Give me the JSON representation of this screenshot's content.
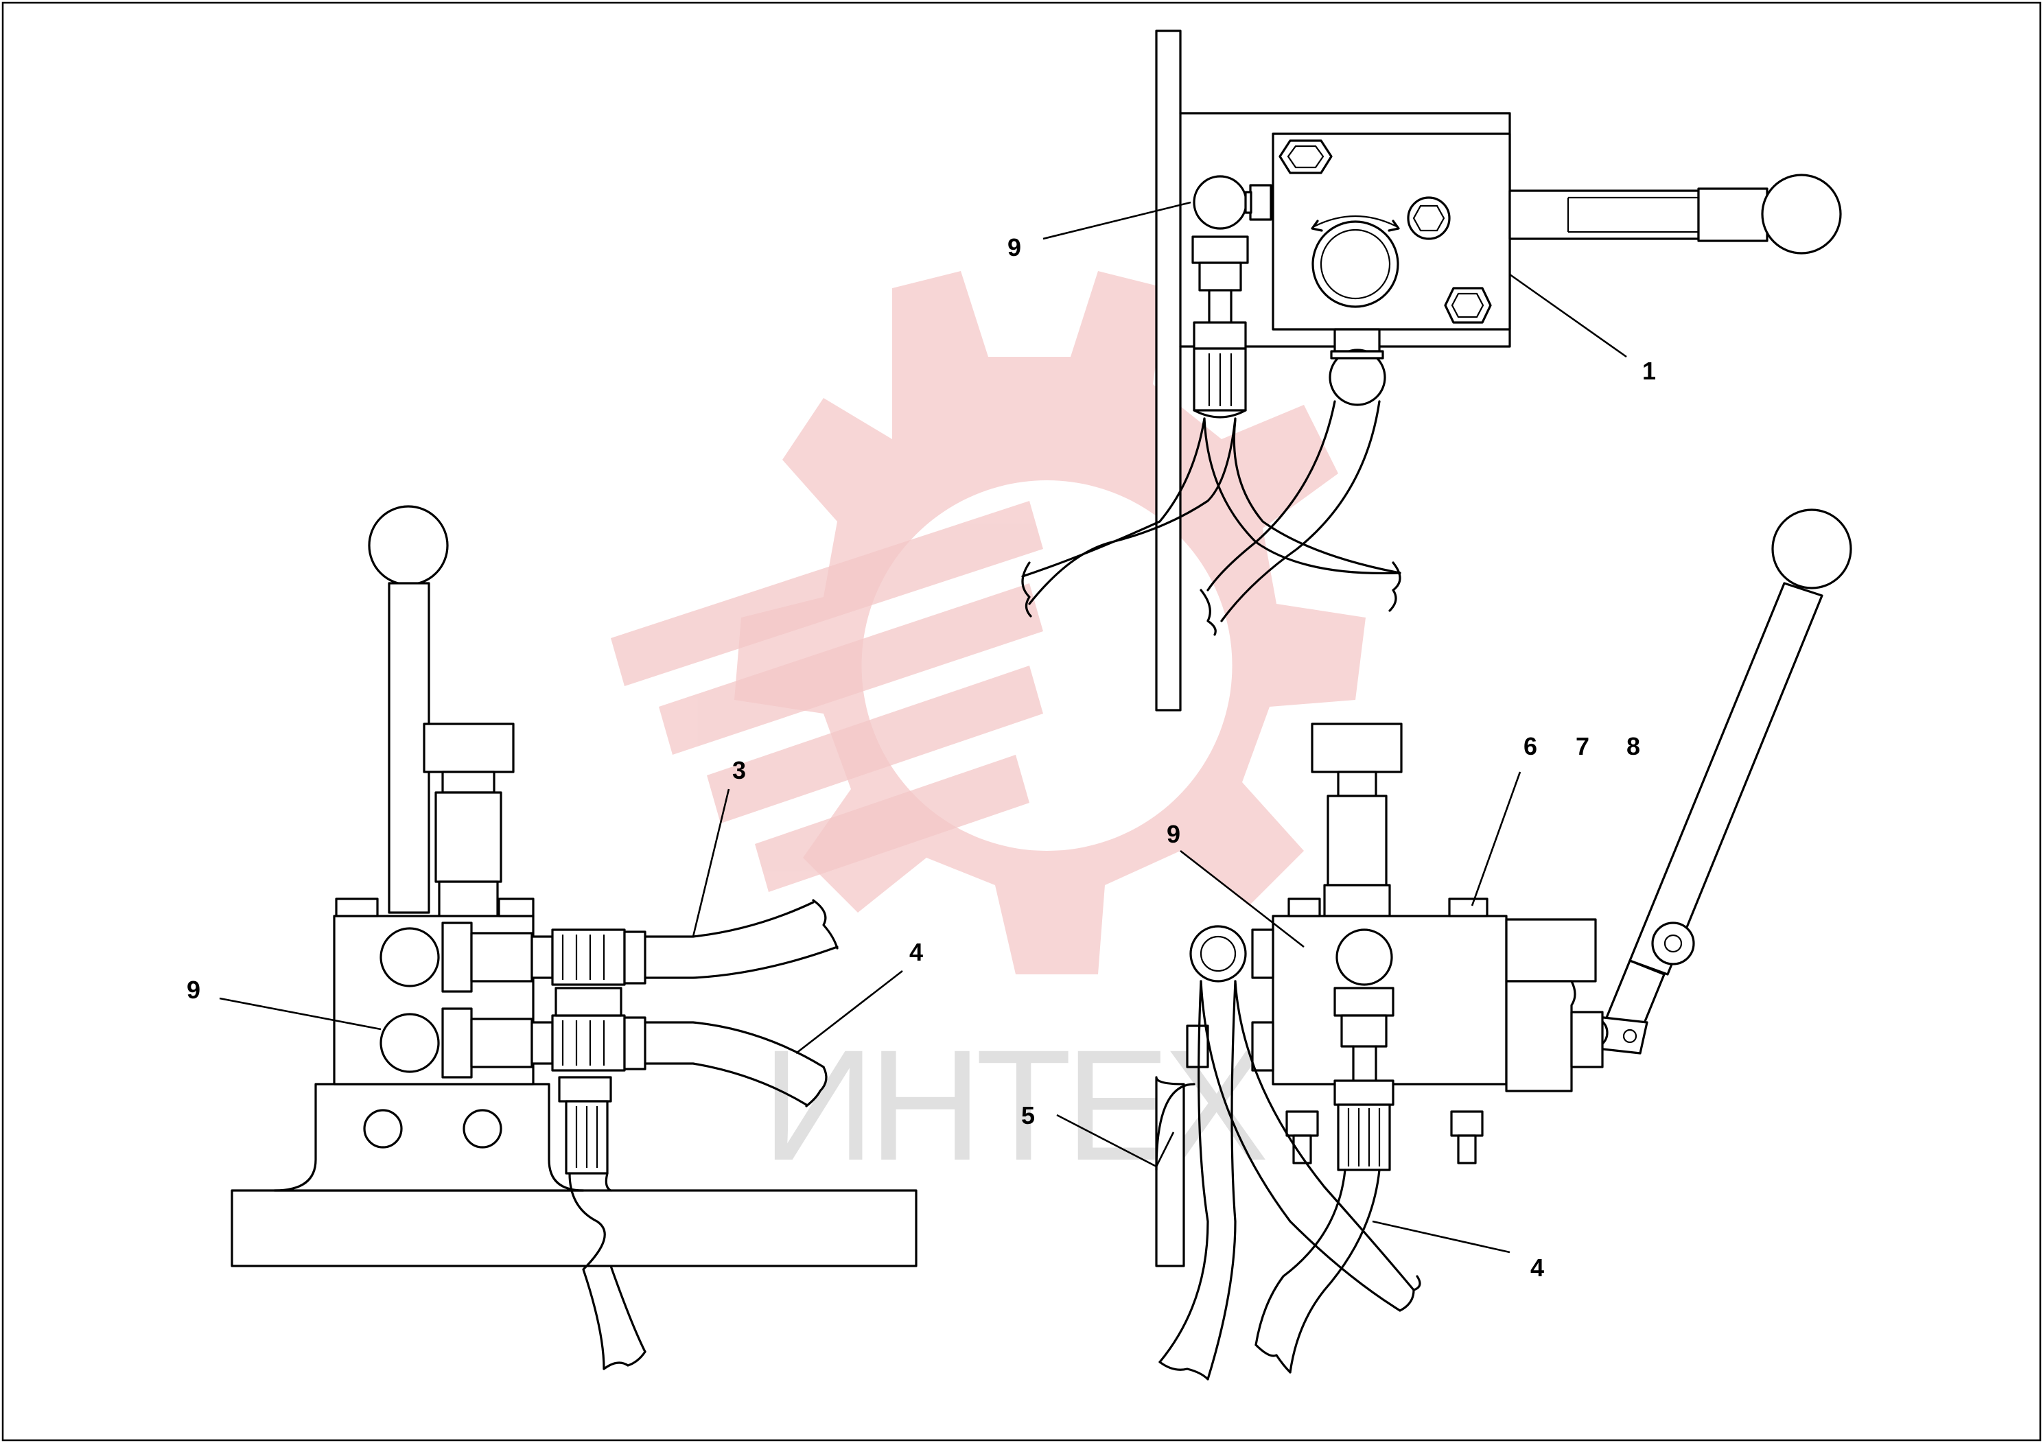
{
  "watermark": {
    "text": "ИНТЕХ",
    "gear_color": "#f4c8c8",
    "text_color": "#c8c8c8"
  },
  "callouts": {
    "top_view": {
      "c1": "1",
      "c9": "9"
    },
    "left_view": {
      "c3": "3",
      "c4": "4",
      "c9": "9"
    },
    "right_view": {
      "c4": "4",
      "c5": "5",
      "c6": "6",
      "c7": "7",
      "c8": "8",
      "c9": "9"
    }
  }
}
